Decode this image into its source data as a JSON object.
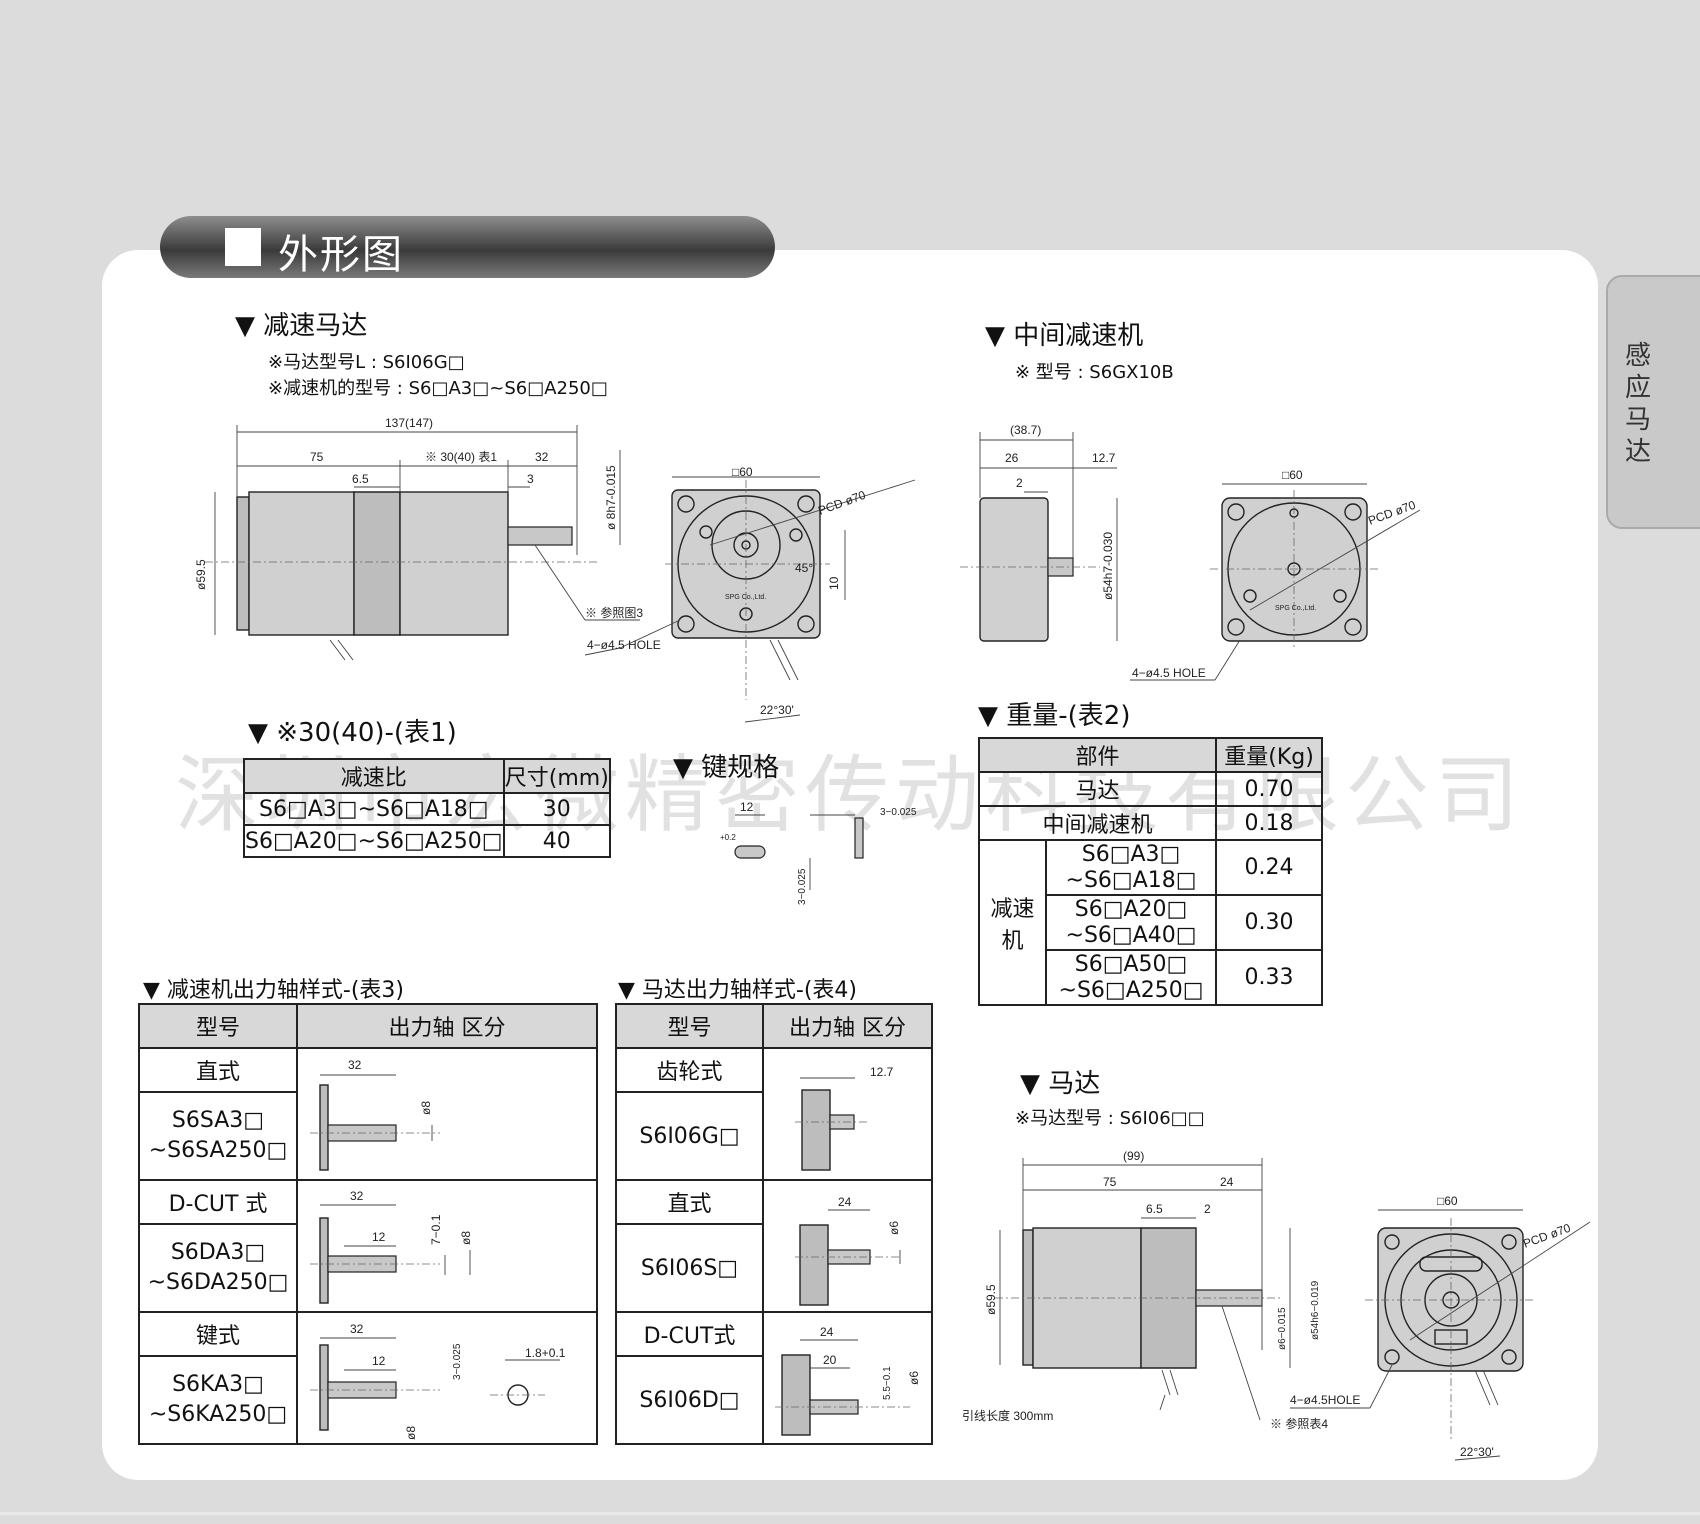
{
  "header": {
    "title": "外形图"
  },
  "side_tab": {
    "label": "感应马达"
  },
  "watermark": "深圳市宏微精密传动科技有限公司",
  "geared_motor": {
    "title": "▼ 减速马达",
    "note1": "※马达型号L : S6I06G□",
    "note2": "※减速机的型号 : S6□A3□~S6□A250□",
    "dims": {
      "total": "137(147)",
      "d75": "75",
      "d30": "※ 30(40) 表1",
      "d32": "32",
      "d65": "6.5",
      "d3": "3",
      "dia595": "ø59.5",
      "shaft": "ø 8h7-0.015",
      "ref3": "※ 参照图3",
      "hole": "4−ø4.5 HOLE",
      "sq60": "□60",
      "pcd": "PCD ø70",
      "d45": "45°",
      "d10": "10",
      "angle": "22°30'",
      "brand": "SPG Co.,Ltd."
    }
  },
  "gear_head": {
    "title": "▼ 中间减速机",
    "note": "※ 型号 : S6GX10B",
    "dims": {
      "d387": "(38.7)",
      "d26": "26",
      "d127": "12.7",
      "d2": "2",
      "shaft": "ø54h7-0.030",
      "sq60": "□60",
      "pcd": "PCD ø70",
      "hole": "4−ø4.5 HOLE",
      "brand": "SPG Co.,Ltd."
    }
  },
  "table1": {
    "title": "▼ ※30(40)-(表1)",
    "headers": [
      "减速比",
      "尺寸(mm)"
    ],
    "rows": [
      [
        "S6□A3□~S6□A18□",
        "30"
      ],
      [
        "S6□A20□~S6□A250□",
        "40"
      ]
    ]
  },
  "key_spec": {
    "title": "▼ 键规格",
    "d12": "12",
    "d3a": "3−0.025",
    "d3b": "3−0.025",
    "d02": "+0.2"
  },
  "table2": {
    "title": "▼ 重量-(表2)",
    "headers": [
      "部件",
      "重量(Kg)"
    ],
    "motor": {
      "label": "马达",
      "weight": "0.70"
    },
    "gearhead": {
      "label": "中间减速机",
      "weight": "0.18"
    },
    "reducer_label": "减速机",
    "reducer_rows": [
      {
        "model1": "S6□A3□",
        "model2": "~S6□A18□",
        "weight": "0.24"
      },
      {
        "model1": "S6□A20□",
        "model2": "~S6□A40□",
        "weight": "0.30"
      },
      {
        "model1": "S6□A50□",
        "model2": "~S6□A250□",
        "weight": "0.33"
      }
    ]
  },
  "table3": {
    "title": "▼ 减速机出力轴样式-(表3)",
    "headers": [
      "型号",
      "出力轴 区分"
    ],
    "rows": [
      {
        "type": "直式",
        "model1": "S6SA3□",
        "model2": "~S6SA250□",
        "dims": {
          "a": "32",
          "b": "ø8"
        }
      },
      {
        "type": "D-CUT 式",
        "model1": "S6DA3□",
        "model2": "~S6DA250□",
        "dims": {
          "a": "32",
          "b": "12",
          "c": "7−0.1",
          "d": "ø8"
        }
      },
      {
        "type": "键式",
        "model1": "S6KA3□",
        "model2": "~S6KA250□",
        "dims": {
          "a": "32",
          "b": "12",
          "c": "3−0.025",
          "d": "1.8+0.1",
          "e": "ø8"
        }
      }
    ]
  },
  "table4": {
    "title": "▼ 马达出力轴样式-(表4)",
    "headers": [
      "型号",
      "出力轴 区分"
    ],
    "rows": [
      {
        "type": "齿轮式",
        "model": "S6I06G□",
        "dims": {
          "a": "12.7"
        }
      },
      {
        "type": "直式",
        "model": "S6I06S□",
        "dims": {
          "a": "24",
          "b": "ø6"
        }
      },
      {
        "type": "D-CUT式",
        "model": "S6I06D□",
        "dims": {
          "a": "24",
          "b": "20",
          "c": "5.5−0.1",
          "d": "ø6"
        }
      }
    ]
  },
  "motor": {
    "title": "▼ 马达",
    "note": "※马达型号 : S6I06□□",
    "dims": {
      "d99": "(99)",
      "d75": "75",
      "d24": "24",
      "d65": "6.5",
      "d2": "2",
      "dia595": "ø59.5",
      "shaft6": "ø6−0.015",
      "shaft54": "ø54h6−0.019",
      "lead": "引线长度 300mm",
      "ref4": "※ 参照表4",
      "sq60": "□60",
      "pcd": "PCD ø70",
      "hole": "4−ø4.5HOLE",
      "angle": "22°30'"
    }
  }
}
